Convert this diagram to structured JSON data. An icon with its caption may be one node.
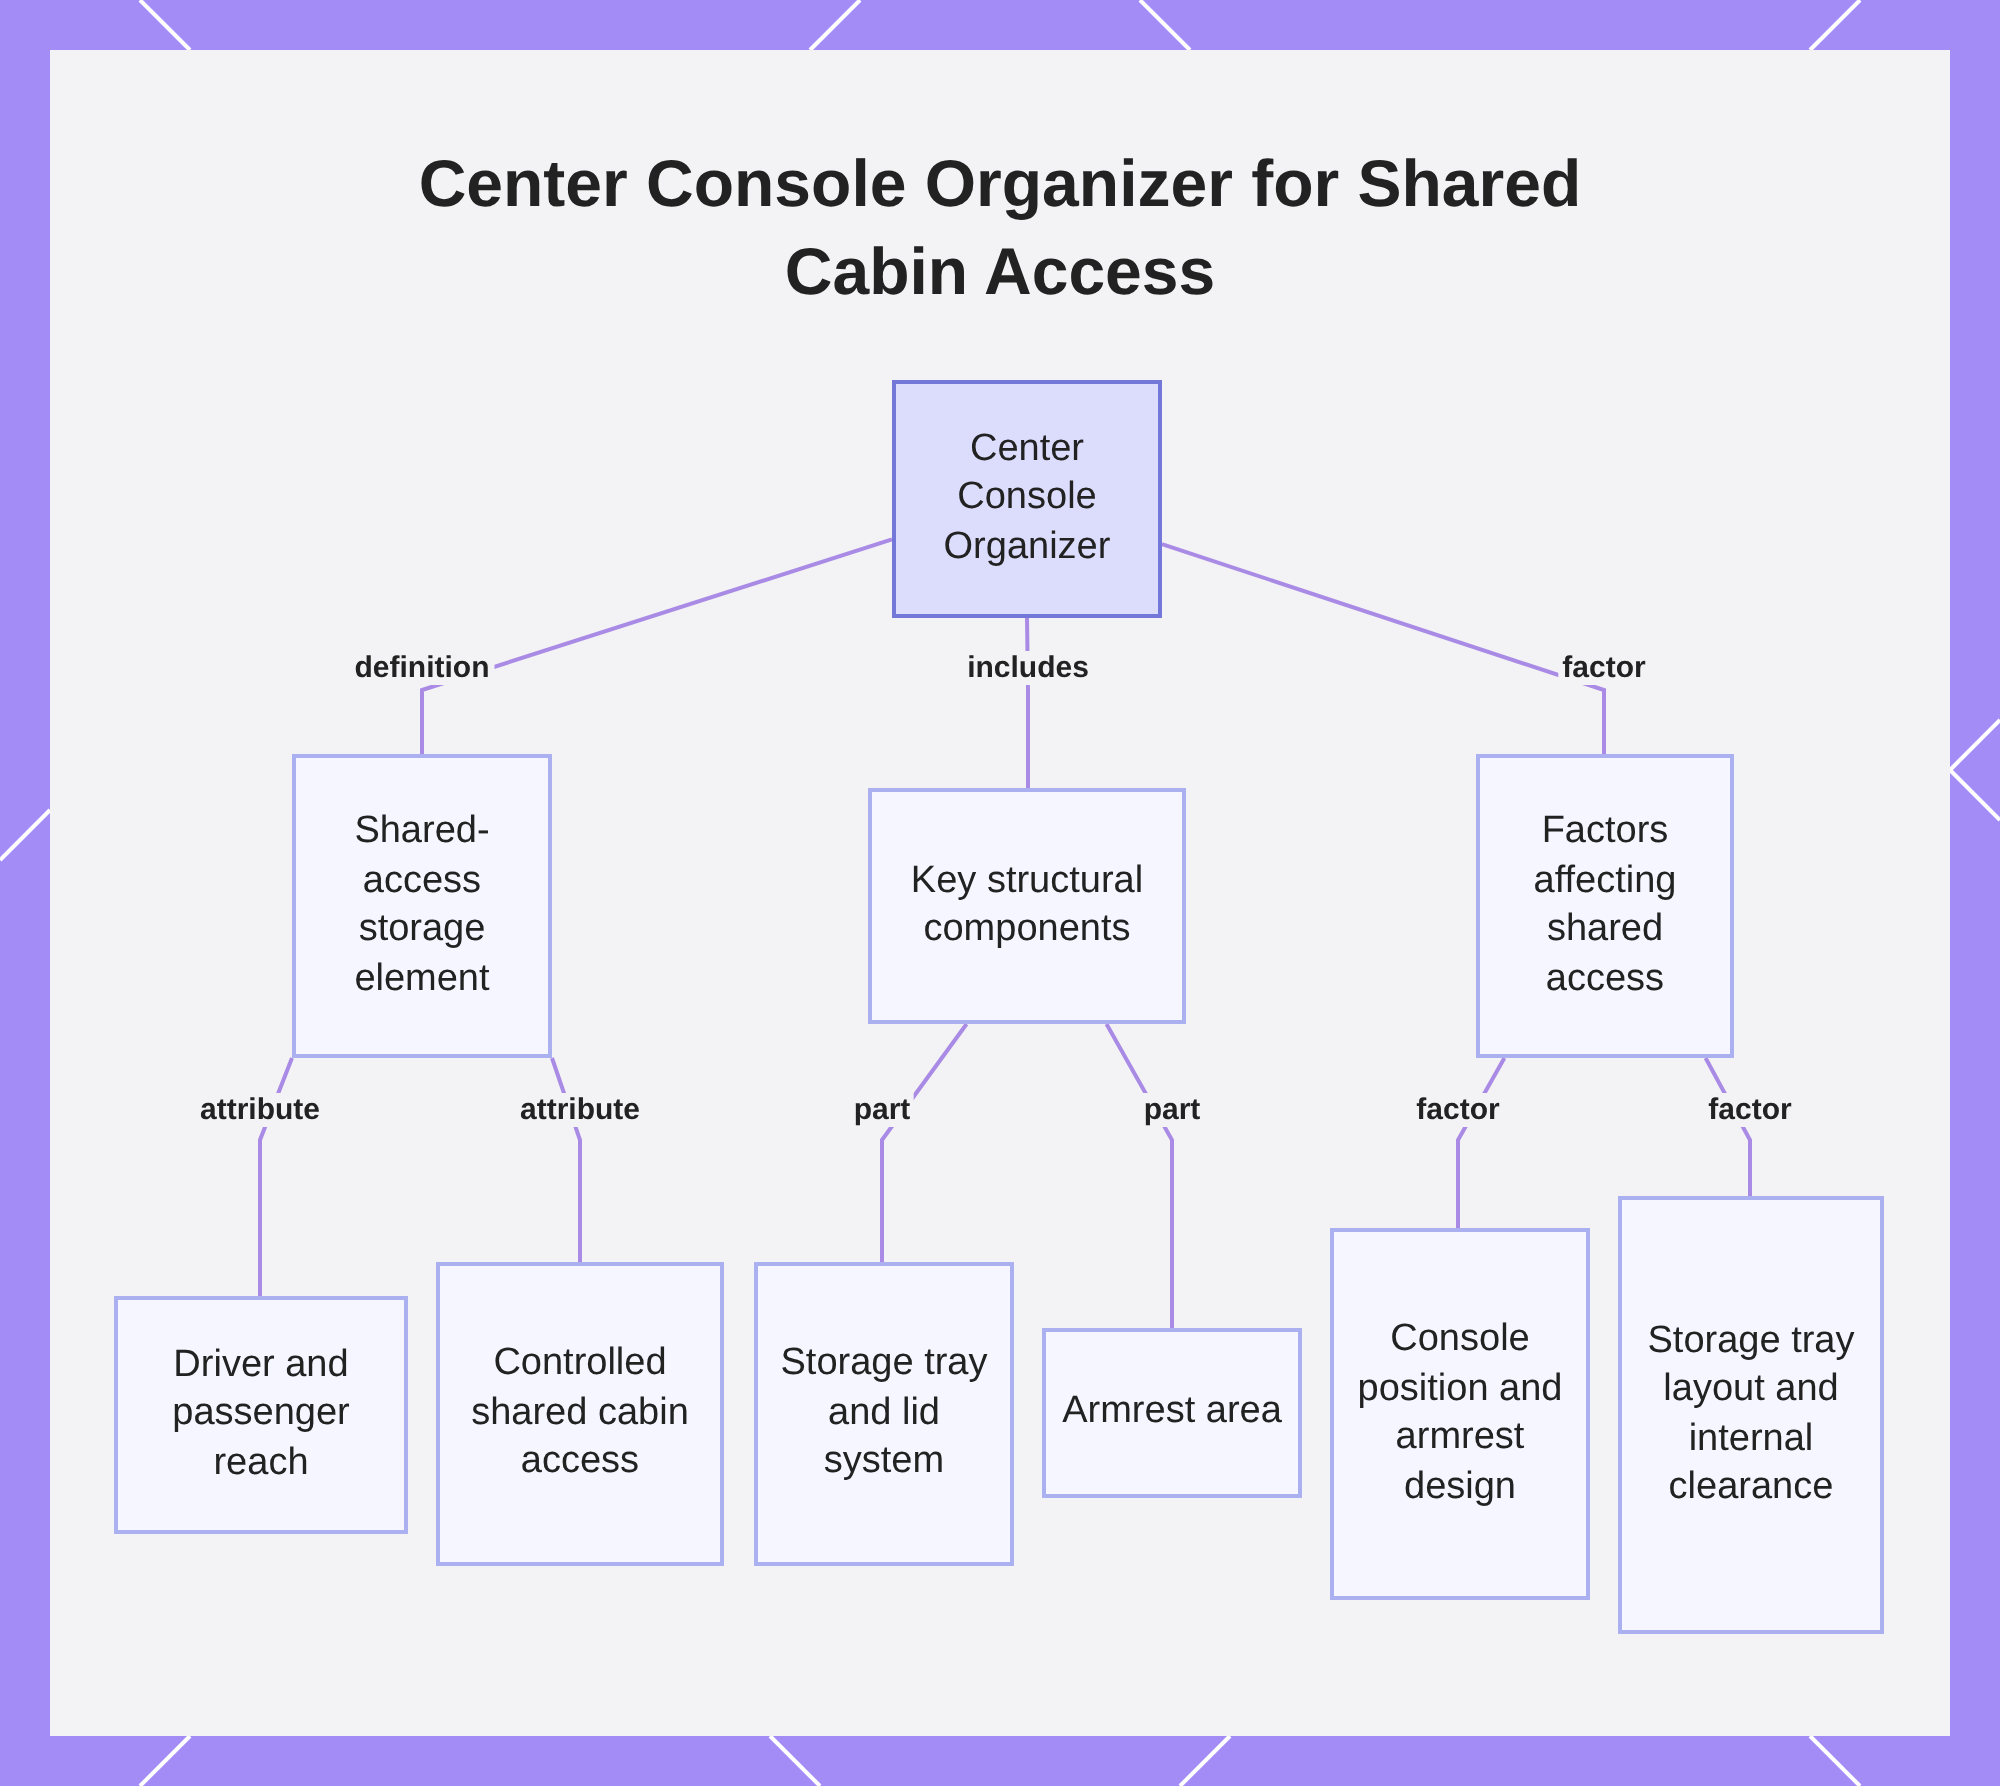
{
  "diagram": {
    "title": "Center Console Organizer for Shared Cabin Access",
    "nodes": [
      {
        "text": [
          "Center Console Organizer"
        ]
      },
      {
        "text": [
          "Shared-access storage element"
        ]
      },
      {
        "text": [
          "Key structural components"
        ]
      },
      {
        "text": [
          "Factors affecting shared access"
        ]
      },
      {
        "text": [
          "Driver and passenger reach"
        ]
      },
      {
        "text": [
          "Controlled shared cabin access"
        ]
      },
      {
        "text": [
          "Storage tray and lid system"
        ]
      },
      {
        "text": [
          "Armrest area"
        ]
      },
      {
        "text": [
          "Console position and armrest design"
        ]
      },
      {
        "text": [
          "Storage tray layout and internal clearance"
        ]
      }
    ],
    "edges": [
      {
        "from": 0,
        "to": 1,
        "arrow": "none",
        "label": "definition"
      },
      {
        "from": 0,
        "to": 2,
        "arrow": "none",
        "label": "includes"
      },
      {
        "from": 0,
        "to": 3,
        "arrow": "none",
        "label": "factor"
      },
      {
        "from": 1,
        "to": 4,
        "arrow": "none",
        "label": "attribute"
      },
      {
        "from": 1,
        "to": 5,
        "arrow": "none",
        "label": "attribute"
      },
      {
        "from": 2,
        "to": 6,
        "arrow": "none",
        "label": "part"
      },
      {
        "from": 2,
        "to": 7,
        "arrow": "none",
        "label": "part"
      },
      {
        "from": 3,
        "to": 8,
        "arrow": "none",
        "label": "factor"
      },
      {
        "from": 3,
        "to": 9,
        "arrow": "none",
        "label": "factor"
      }
    ]
  }
}
